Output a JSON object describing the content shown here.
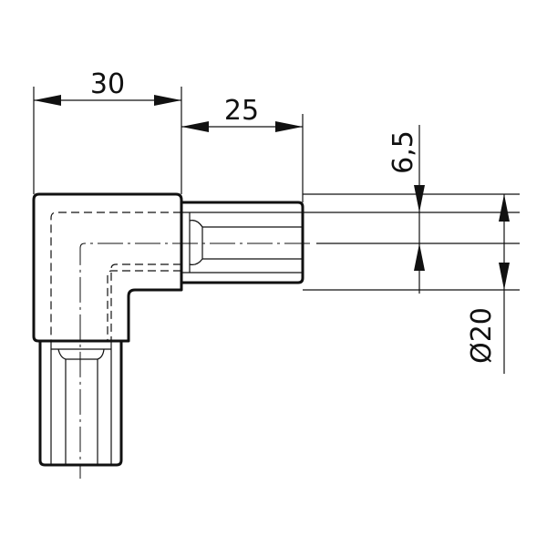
{
  "drawing": {
    "dimensions": {
      "width_30": "30",
      "width_25": "25",
      "offset_6_5": "6,5",
      "diameter_20": "Ø20"
    }
  }
}
